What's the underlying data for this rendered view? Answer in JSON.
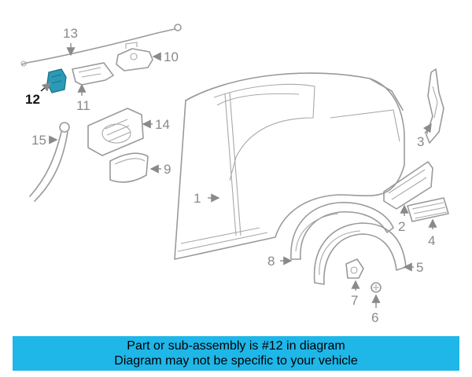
{
  "colors": {
    "banner_bg": "#1fb6e8",
    "highlight_part": "#2b9ab7",
    "line_gray": "#9a9a9a"
  },
  "highlighted_callout": "12",
  "callouts": {
    "c1": "1",
    "c2": "2",
    "c3": "3",
    "c4": "4",
    "c5": "5",
    "c6": "6",
    "c7": "7",
    "c8": "8",
    "c9": "9",
    "c10": "10",
    "c11": "11",
    "c12": "12",
    "c13": "13",
    "c14": "14",
    "c15": "15"
  },
  "banner": {
    "line1": "Part or sub-assembly is #12 in diagram",
    "line2": "Diagram may not be specific to your vehicle"
  }
}
